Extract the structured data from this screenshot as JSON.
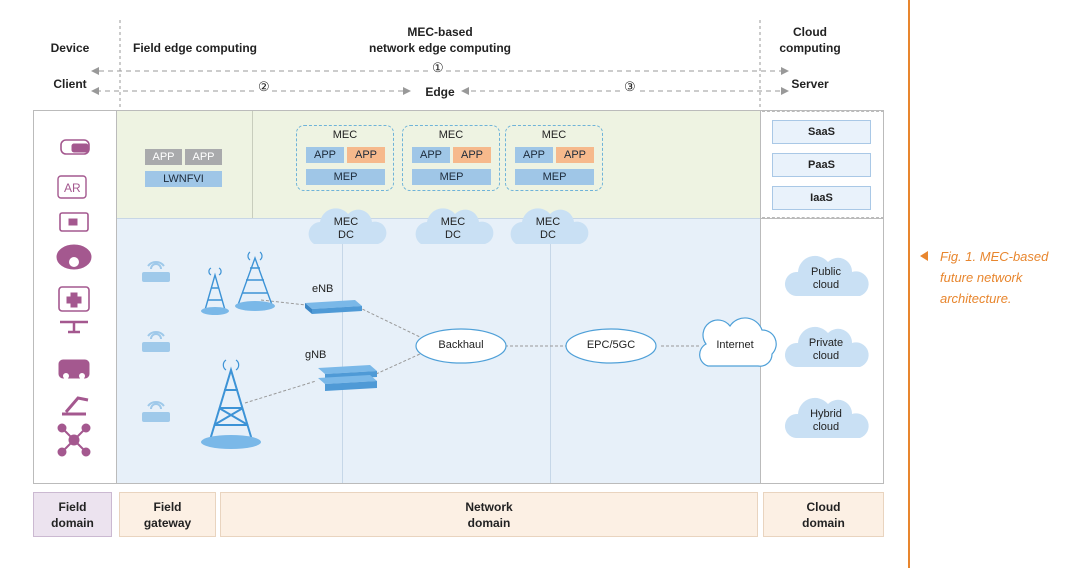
{
  "headers": {
    "device": "Device",
    "field_edge": "Field edge computing",
    "mec_line1": "MEC-based",
    "mec_line2": "network edge computing",
    "cloud_line1": "Cloud",
    "cloud_line2": "computing",
    "client": "Client",
    "edge": "Edge",
    "server": "Server",
    "n1": "①",
    "n2": "②",
    "n3": "③"
  },
  "field_gateway_box": {
    "app1": "APP",
    "app2": "APP",
    "lwnfvi": "LWNFVI"
  },
  "mec_boxes": [
    {
      "title": "MEC",
      "app1": "APP",
      "app2": "APP",
      "mep": "MEP"
    },
    {
      "title": "MEC",
      "app1": "APP",
      "app2": "APP",
      "mep": "MEP"
    },
    {
      "title": "MEC",
      "app1": "APP",
      "app2": "APP",
      "mep": "MEP"
    }
  ],
  "mec_dc": [
    {
      "line1": "MEC",
      "line2": "DC"
    },
    {
      "line1": "MEC",
      "line2": "DC"
    },
    {
      "line1": "MEC",
      "line2": "DC"
    }
  ],
  "cloud_stack": [
    "SaaS",
    "PaaS",
    "IaaS"
  ],
  "clouds": [
    {
      "line1": "Public",
      "line2": "cloud"
    },
    {
      "line1": "Private",
      "line2": "cloud"
    },
    {
      "line1": "Hybrid",
      "line2": "cloud"
    }
  ],
  "network": {
    "enb": "eNB",
    "gnb": "gNB",
    "backhaul": "Backhaul",
    "epc": "EPC/5GC",
    "internet": "Internet"
  },
  "device_icons": [
    "vr-headset-icon",
    "ar-icon",
    "camera-icon",
    "surveillance-camera-icon",
    "medical-kit-icon",
    "drone-icon",
    "car-icon",
    "robot-arm-icon",
    "molecule-network-icon"
  ],
  "domains": {
    "field_l1": "Field",
    "field_l2": "domain",
    "gateway_l1": "Field",
    "gateway_l2": "gateway",
    "network_l1": "Network",
    "network_l2": "domain",
    "cloud_l1": "Cloud",
    "cloud_l2": "domain"
  },
  "caption": {
    "line1": "Fig. 1. MEC-based",
    "line2": "future network",
    "line3": "architecture."
  },
  "colors": {
    "device_purple": "#a4588f",
    "blue_icon": "#4fa0d8",
    "green_bg": "#eef3e2",
    "blue_bg": "#e7f0f9",
    "orange": "#e8862e"
  }
}
